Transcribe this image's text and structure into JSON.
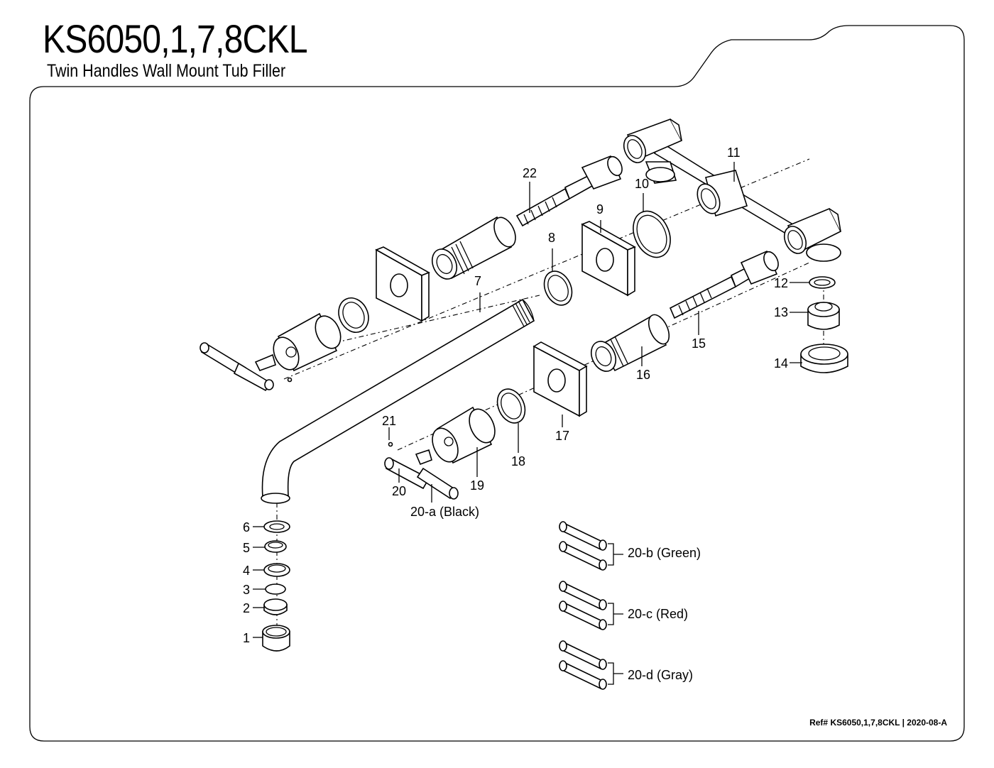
{
  "header": {
    "title": "KS6050,1,7,8CKL",
    "subtitle": "Twin Handles Wall Mount Tub Filler"
  },
  "parts": {
    "p1": "1",
    "p2": "2",
    "p3": "3",
    "p4": "4",
    "p5": "5",
    "p6": "6",
    "p7": "7",
    "p8": "8",
    "p9": "9",
    "p10": "10",
    "p11": "11",
    "p12": "12",
    "p13": "13",
    "p14": "14",
    "p15": "15",
    "p16": "16",
    "p17": "17",
    "p18": "18",
    "p19": "19",
    "p20": "20",
    "p20a": "20-a (Black)",
    "p21": "21",
    "p22": "22",
    "p20b": "20-b (Green)",
    "p20c": "20-c (Red)",
    "p20d": "20-d (Gray)"
  },
  "footer": {
    "ref": "Ref# KS6050,1,7,8CKL | 2020-08-A"
  }
}
